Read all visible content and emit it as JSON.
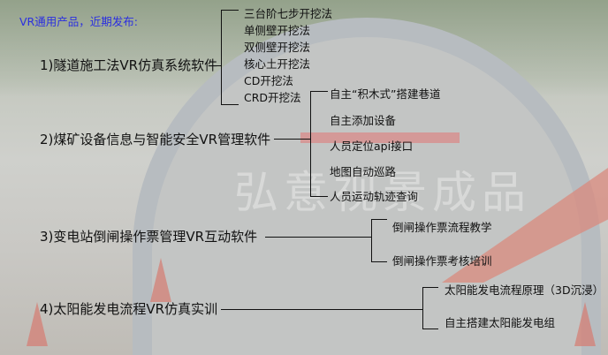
{
  "title": "VR通用产品，近期发布:",
  "watermark": "弘意视景成品",
  "products": [
    {
      "label": "1)隧道施工法VR仿真系统软件",
      "items": [
        "三台阶七步开挖法",
        "单侧壁开挖法",
        "双侧壁开挖法",
        "核心土开挖法",
        "CD开挖法",
        "CRD开挖法"
      ]
    },
    {
      "label": "2)煤矿设备信息与智能安全VR管理软件",
      "items": [
        "自主“积木式”搭建巷道",
        "自主添加设备",
        "人员定位api接口",
        "地图自动巡路",
        "人员运动轨迹查询"
      ]
    },
    {
      "label": "3)变电站倒闸操作票管理VR互动软件",
      "items": [
        "倒闸操作票流程教学",
        "倒闸操作票考核培训"
      ]
    },
    {
      "label": "4)太阳能发电流程VR仿真实训",
      "items": [
        "太阳能发电流程原理（3D沉浸）",
        "自主搭建太阳能发电组"
      ]
    }
  ]
}
